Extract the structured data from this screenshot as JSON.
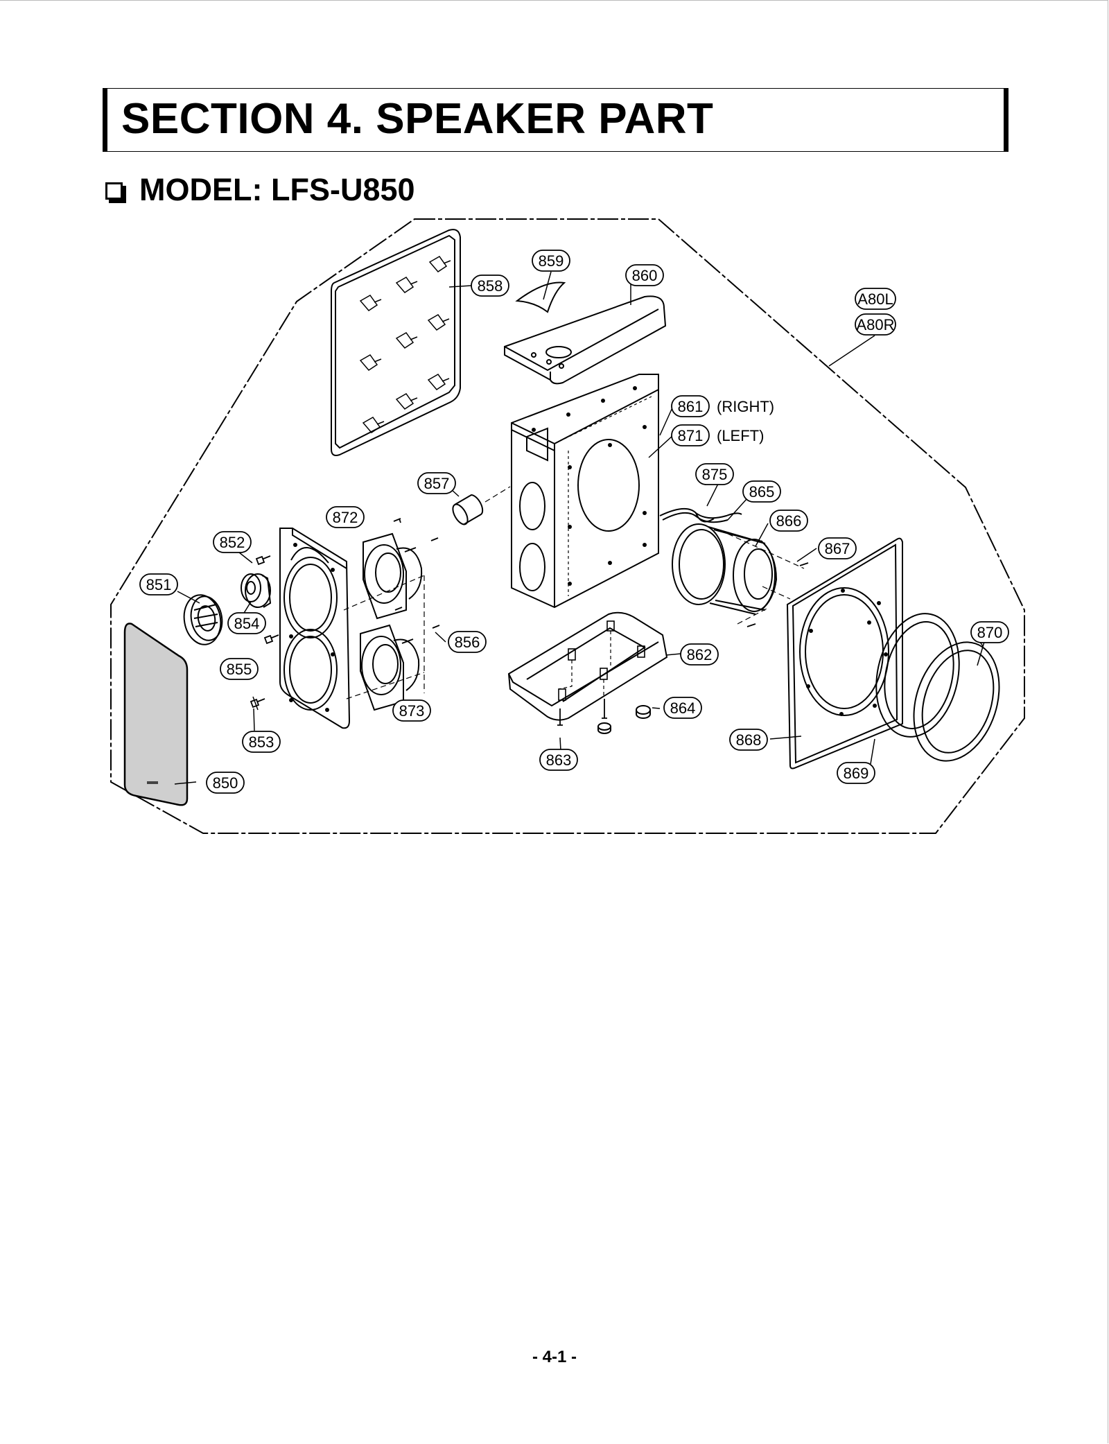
{
  "header": {
    "section_title": "SECTION 4. SPEAKER PART",
    "model_title": "MODEL: LFS-U850"
  },
  "diagram": {
    "assembly_labels": [
      "A80L",
      "A80R"
    ],
    "callouts": [
      "850",
      "851",
      "852",
      "853",
      "854",
      "855",
      "856",
      "857",
      "858",
      "859",
      "860",
      "861",
      "862",
      "863",
      "864",
      "865",
      "866",
      "867",
      "868",
      "869",
      "870",
      "871",
      "872",
      "873",
      "875"
    ],
    "notes": {
      "861": "(RIGHT)",
      "871": "(LEFT)"
    }
  },
  "footer": {
    "page_number": "- 4-1 -"
  }
}
